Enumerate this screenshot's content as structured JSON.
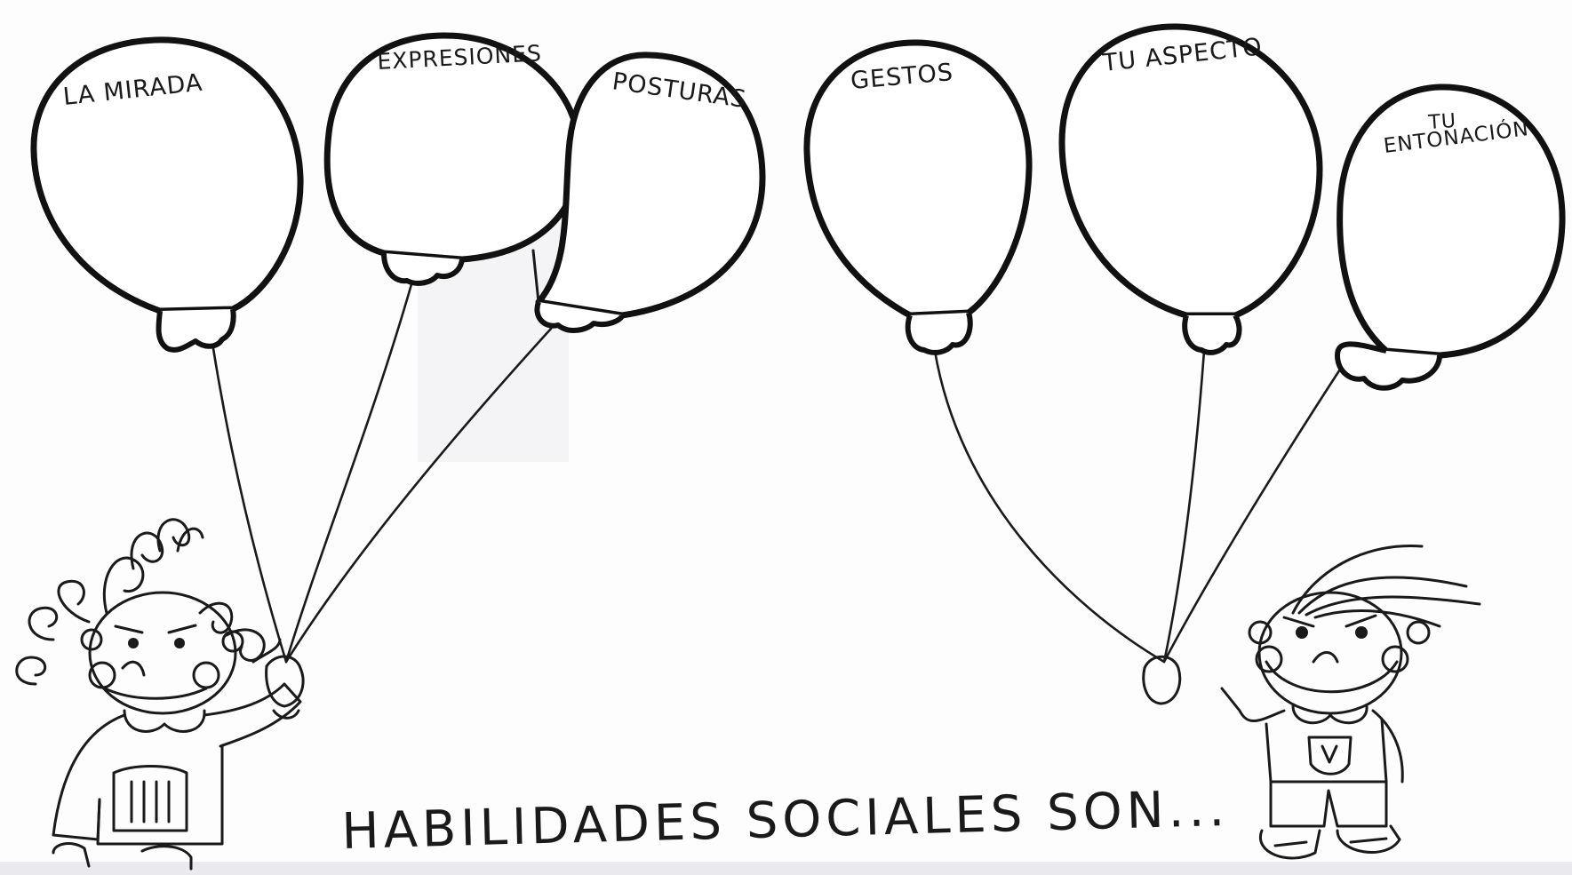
{
  "title": "HABILIDADES  SOCIALES  SON...",
  "balloons": [
    {
      "label": "LA MIRADA"
    },
    {
      "label": "EXPRESIONES"
    },
    {
      "label": "POSTURAS"
    },
    {
      "label": "GESTOS"
    },
    {
      "label": "TU ASPECTO"
    },
    {
      "label_line1": "TU",
      "label_line2": "ENTONACIÓN"
    }
  ],
  "colors": {
    "ink": "#1a1a1a",
    "paper": "#ffffff"
  }
}
